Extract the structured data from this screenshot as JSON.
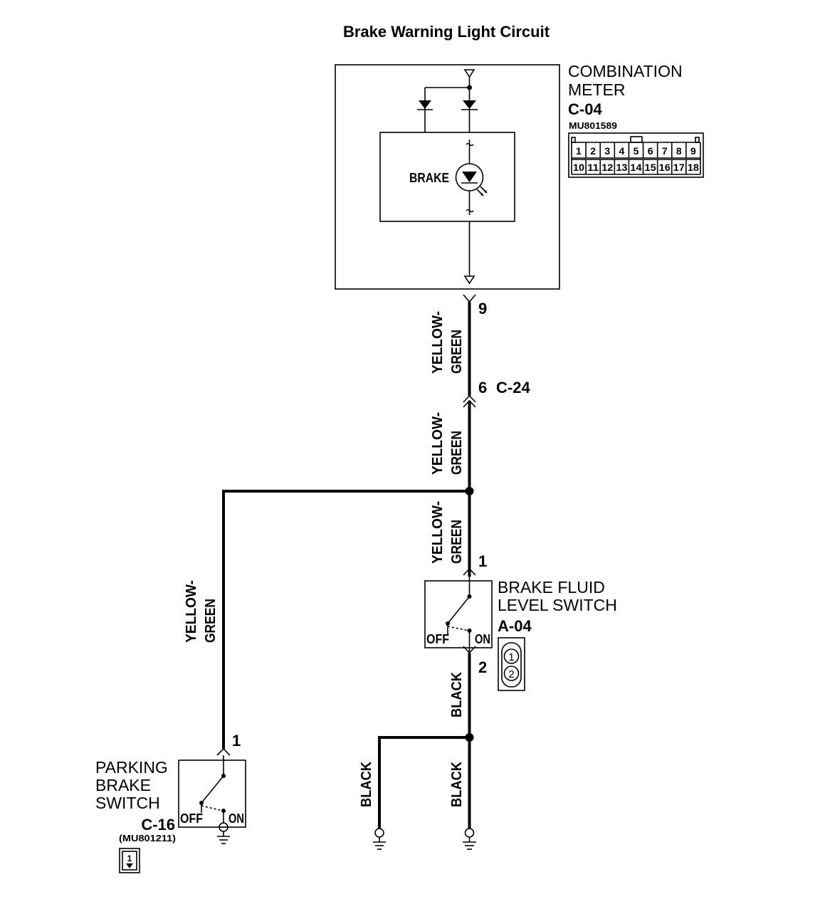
{
  "title": "Brake Warning Light Circuit",
  "combination_meter": {
    "name_line1": "COMBINATION",
    "name_line2": "METER",
    "connector": "C-04",
    "part_number": "MU801589",
    "pins_top": [
      "1",
      "2",
      "3",
      "4",
      "5",
      "6",
      "7",
      "8",
      "9"
    ],
    "pins_bottom": [
      "10",
      "11",
      "12",
      "13",
      "14",
      "15",
      "16",
      "17",
      "18"
    ],
    "lamp_label": "BRAKE",
    "terminal": "9"
  },
  "intermediate_connector": {
    "terminal": "6",
    "connector": "C-24"
  },
  "brake_fluid_switch": {
    "name_line1": "BRAKE FLUID",
    "name_line2": "LEVEL SWITCH",
    "connector": "A-04",
    "terminal_top": "1",
    "terminal_bottom": "2",
    "off_label": "OFF",
    "on_label": "ON",
    "pin1": "1",
    "pin2": "2"
  },
  "parking_brake_switch": {
    "name_line1": "PARKING",
    "name_line2": "BRAKE",
    "name_line3": "SWITCH",
    "connector": "C-16",
    "part_number": "(MU801211)",
    "terminal": "1",
    "off_label": "OFF",
    "on_label": "ON",
    "pin": "1"
  },
  "wires": {
    "yellow_green_1a": "YELLOW-",
    "yellow_green_1b": "GREEN",
    "yellow_green_2a": "YELLOW-",
    "yellow_green_2b": "GREEN",
    "yellow_green_3a": "YELLOW-",
    "yellow_green_3b": "GREEN",
    "yellow_green_4a": "YELLOW-",
    "yellow_green_4b": "GREEN",
    "black_1": "BLACK",
    "black_2": "BLACK",
    "black_3": "BLACK"
  }
}
